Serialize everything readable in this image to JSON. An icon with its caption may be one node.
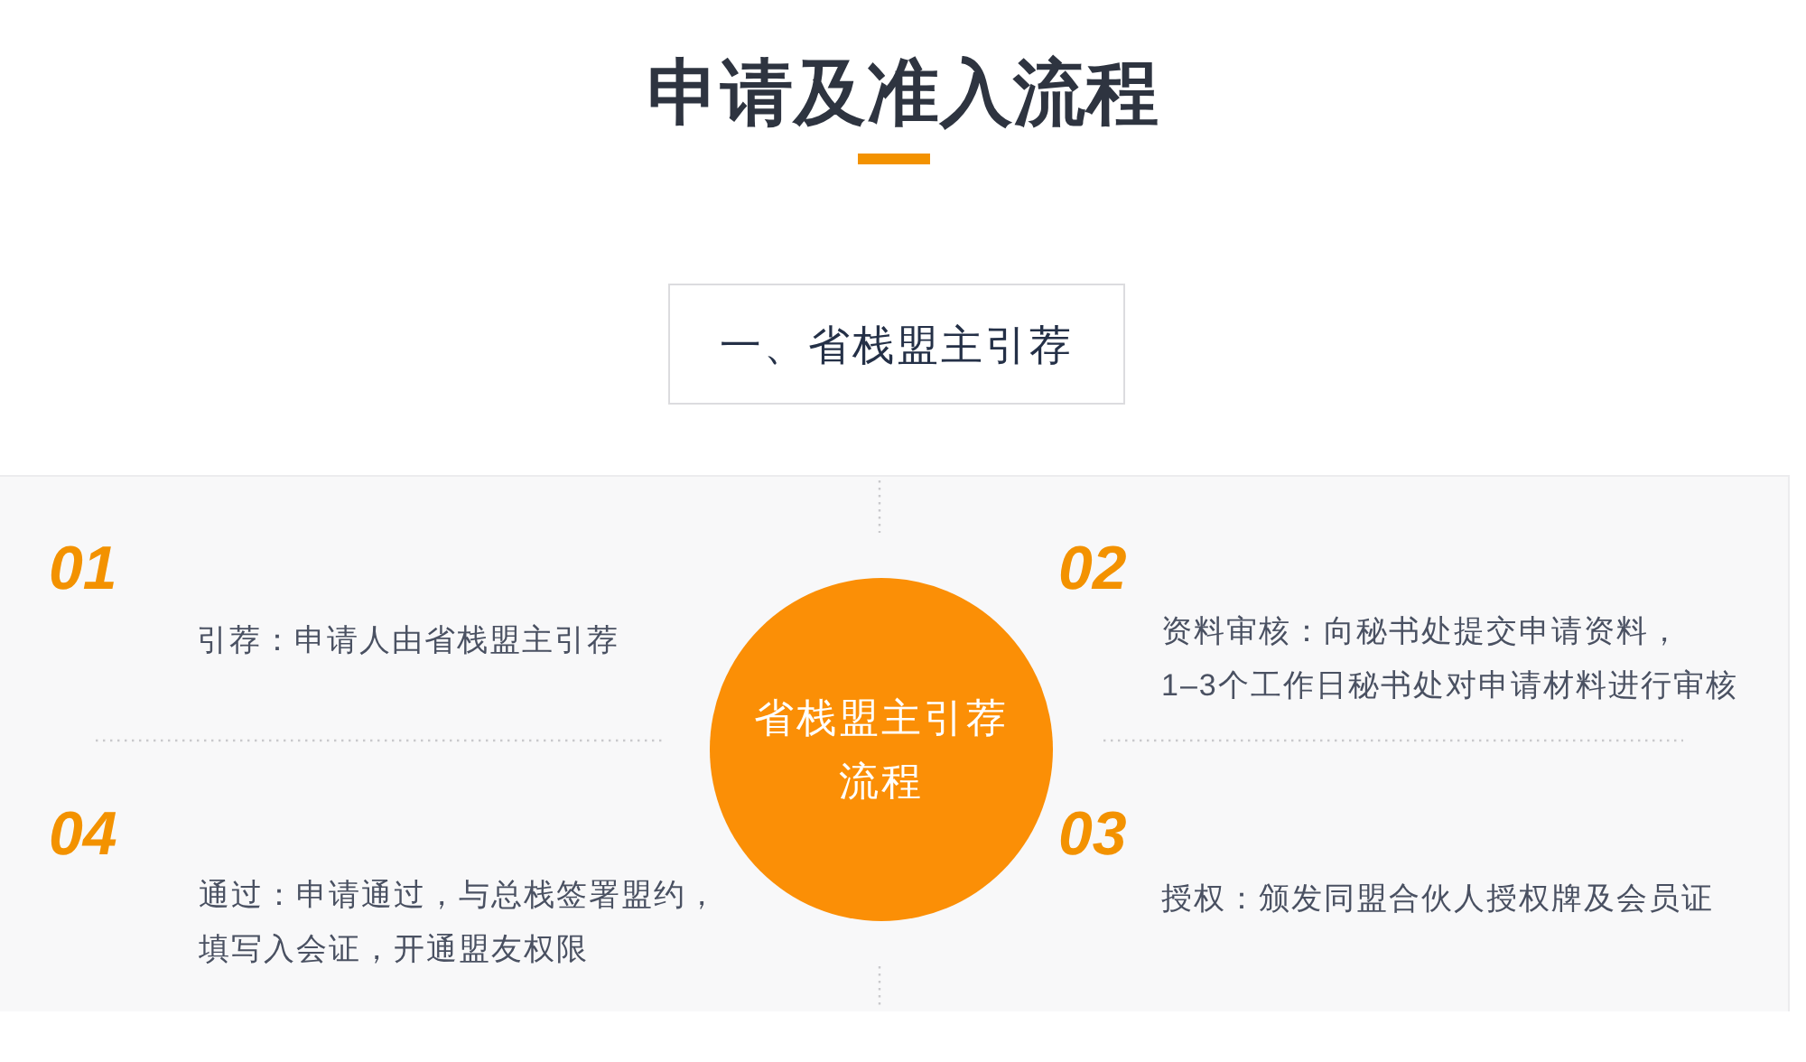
{
  "diagram": {
    "title": "申请及准入流程",
    "nodes": [
      {
        "text": [
          "一、省栈盟主引荐"
        ]
      },
      {
        "text": [
          "省栈盟主引荐流程"
        ]
      }
    ],
    "labels": [
      "01",
      "引荐：申请人由省栈盟主引荐",
      "02",
      "资料审核：向秘书处提交申请资料，1–3个工作日秘书处对申请材料进行审核",
      "04",
      "通过：申请通过，与总栈签署盟约，填写入会证，开通盟友权限",
      "03",
      "授权：颁发同盟合伙人授权牌及会员证"
    ]
  }
}
